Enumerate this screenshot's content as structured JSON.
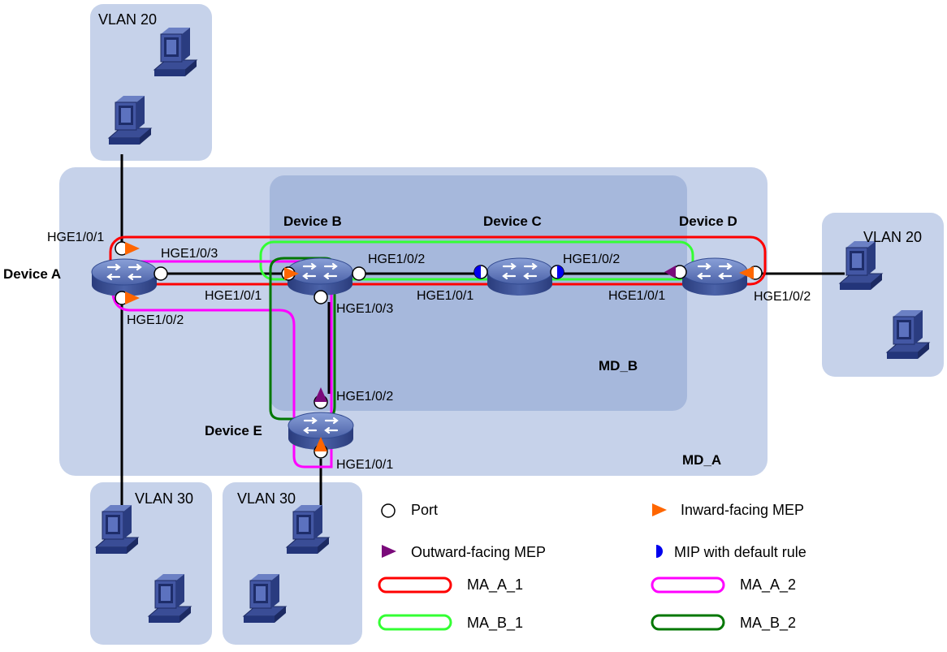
{
  "zones": {
    "vlan_top_left": "VLAN 20",
    "vlan_right": "VLAN 20",
    "vlan_bottom_left": "VLAN 30",
    "vlan_bottom_mid": "VLAN 30",
    "md_a": "MD_A",
    "md_b": "MD_B"
  },
  "devices": {
    "a": "Device A",
    "b": "Device B",
    "c": "Device C",
    "d": "Device D",
    "e": "Device E"
  },
  "ports": {
    "a_1": "HGE1/0/1",
    "a_3": "HGE1/0/3",
    "a_2": "HGE1/0/2",
    "b_1": "HGE1/0/1",
    "b_2": "HGE1/0/2",
    "b_3": "HGE1/0/3",
    "c_1": "HGE1/0/1",
    "c_2": "HGE1/0/2",
    "d_1": "HGE1/0/1",
    "d_2": "HGE1/0/2",
    "e_2": "HGE1/0/2",
    "e_1": "HGE1/0/1"
  },
  "legend": {
    "port": "Port",
    "inward_mep": "Inward-facing  MEP",
    "outward_mep": "Outward-facing  MEP",
    "mip": "MIP with default rule",
    "ma_a_1": "MA_A_1",
    "ma_a_2": "MA_A_2",
    "ma_b_1": "MA_B_1",
    "ma_b_2": "MA_B_2"
  },
  "colors": {
    "ma_a_1": "#ff0000",
    "ma_a_2": "#ff00ff",
    "ma_b_1": "#33ff33",
    "ma_b_2": "#007700",
    "inward_mep": "#ff6600",
    "outward_mep": "#7a0a7a",
    "mip": "#0000ee",
    "md_a_fill": "#c6d2ea",
    "md_b_fill": "#a6b8dc"
  }
}
